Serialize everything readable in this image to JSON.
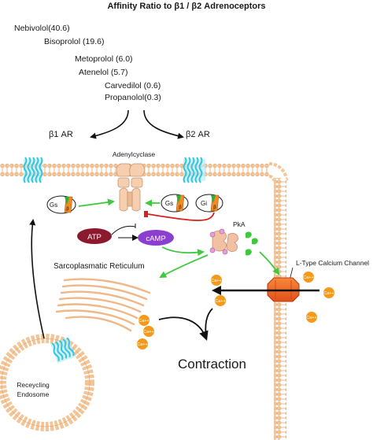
{
  "title": "Affinity Ratio to β1 / β2 Adrenoceptors",
  "drugs": [
    "Nebivolol(40.6)",
    "Bisoprolol (19.6)",
    "Metoprolol (6.0)",
    "Atenelol (5.7)",
    "Carvedilol (0.6)",
    "Propanolol(0.3)"
  ],
  "receptors": {
    "b1": "β1 AR",
    "b2": "β2 AR"
  },
  "enzyme": "Adenylcyclase",
  "g_proteins": {
    "gs": "Gs",
    "gi": "Gi",
    "alpha": "α",
    "beta": "β",
    "gamma": "γ"
  },
  "messengers": {
    "atp": "ATP",
    "camp": "cAMP",
    "pka": "PkA"
  },
  "sr": "Sarcoplasmatic Reticulum",
  "channel": "L-Type Calcium Channel",
  "calcium": "Ca++",
  "contraction": "Contraction",
  "endosome": [
    "Receycling",
    "Endosome"
  ],
  "colors": {
    "membrane": "#f4c496",
    "receptor": "#35c4dc",
    "green_arrow": "#3ec93e",
    "red_arrow": "#d92020",
    "calcium": "#f39a1a",
    "channel": "#f26522",
    "atp": "#8b1a2e",
    "camp": "#8a3fcf",
    "pka": "#e6a0d6"
  }
}
